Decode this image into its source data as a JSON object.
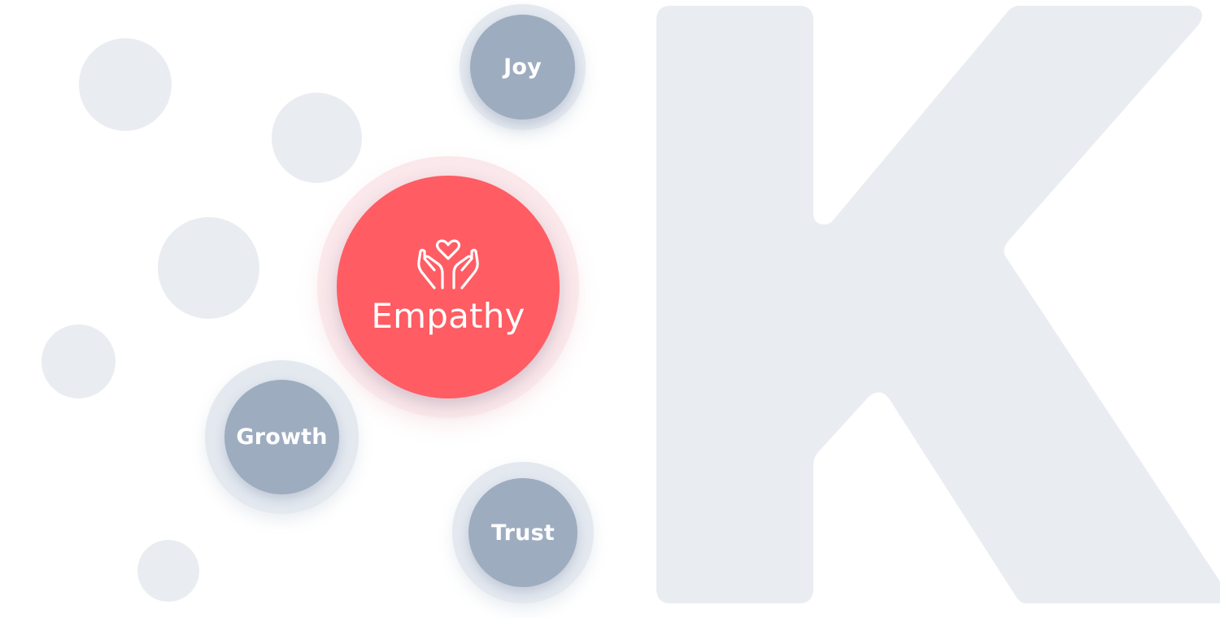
{
  "colors": {
    "background": "#ffffff",
    "light_shape": "#e9ecf1",
    "bubble_fill": "#9eacc0",
    "bubble_halo": "#e4e9f0",
    "accent": "#ff5c63",
    "accent_halo": "#fbe8eb",
    "text": "#ffffff"
  },
  "logo": {
    "letter": "K"
  },
  "values": {
    "joy": {
      "label": "Joy"
    },
    "empathy": {
      "label": "Empathy",
      "icon": "hands-heart-icon"
    },
    "growth": {
      "label": "Growth"
    },
    "trust": {
      "label": "Trust"
    }
  }
}
